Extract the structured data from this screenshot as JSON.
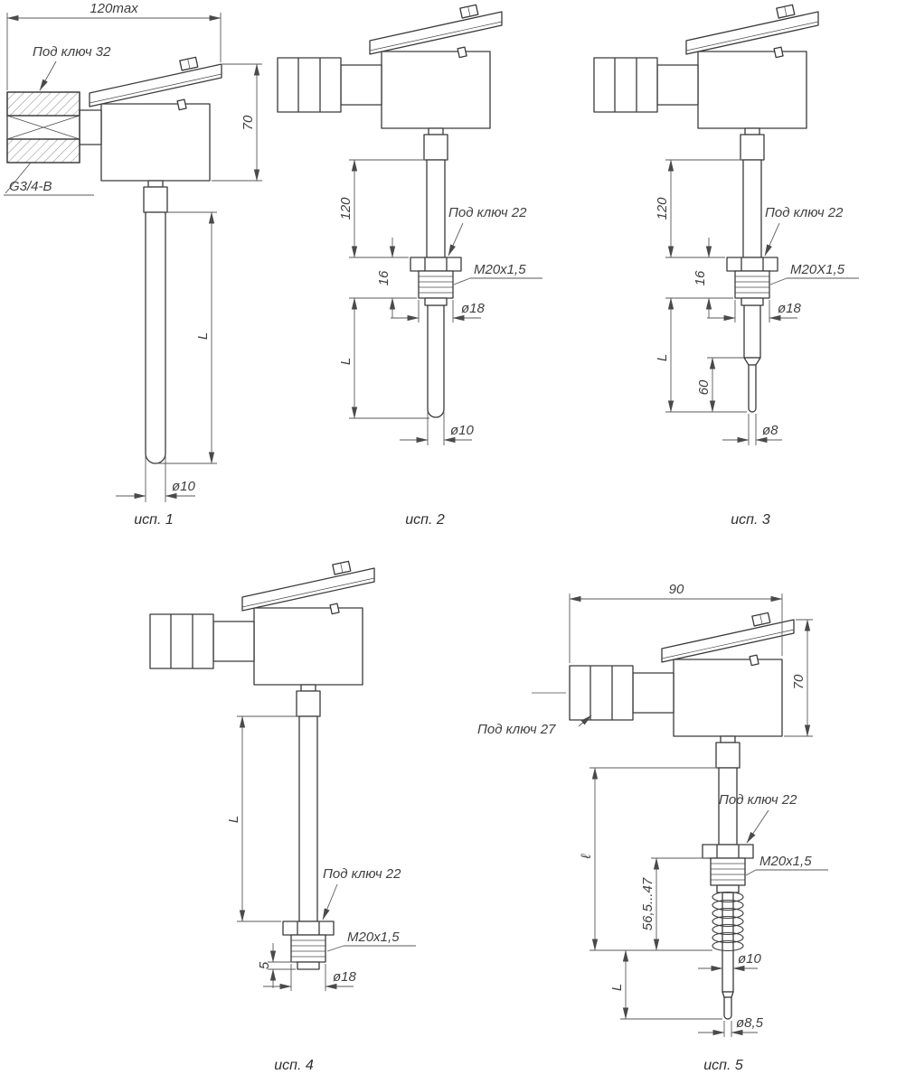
{
  "variants": {
    "v1": {
      "caption": "исп. 1",
      "dim_overall_width": "120max",
      "wrench_label": "Под ключ 32",
      "dim_head_height": "70",
      "thread_label": "G3/4-B",
      "dim_length": "L",
      "dim_tip_dia": "ø10"
    },
    "v2": {
      "caption": "исп. 2",
      "dim_neck": "120",
      "wrench_label": "Под ключ 22",
      "dim_fitting_height": "16",
      "thread_label": "M20x1,5",
      "dim_fitting_dia": "ø18",
      "dim_length": "L",
      "dim_tip_dia": "ø10"
    },
    "v3": {
      "caption": "исп. 3",
      "dim_neck": "120",
      "wrench_label": "Под ключ 22",
      "dim_fitting_height": "16",
      "thread_label": "M20X1,5",
      "dim_fitting_dia": "ø18",
      "dim_length": "L",
      "dim_tip_length": "60",
      "dim_tip_dia": "ø8"
    },
    "v4": {
      "caption": "исп. 4",
      "dim_length": "L",
      "wrench_label": "Под ключ 22",
      "dim_protrusion": "5",
      "thread_label": "M20x1,5",
      "dim_fitting_dia": "ø18"
    },
    "v5": {
      "caption": "исп. 5",
      "dim_width": "90",
      "dim_head_height": "70",
      "wrench_head": "Под ключ 27",
      "wrench_fitting": "Под ключ 22",
      "dim_ell": "ℓ",
      "thread_label": "M20x1,5",
      "dim_spring_range": "56,5...47",
      "dim_probe_dia": "ø10",
      "dim_length": "L",
      "dim_tip_dia": "ø8,5"
    }
  }
}
